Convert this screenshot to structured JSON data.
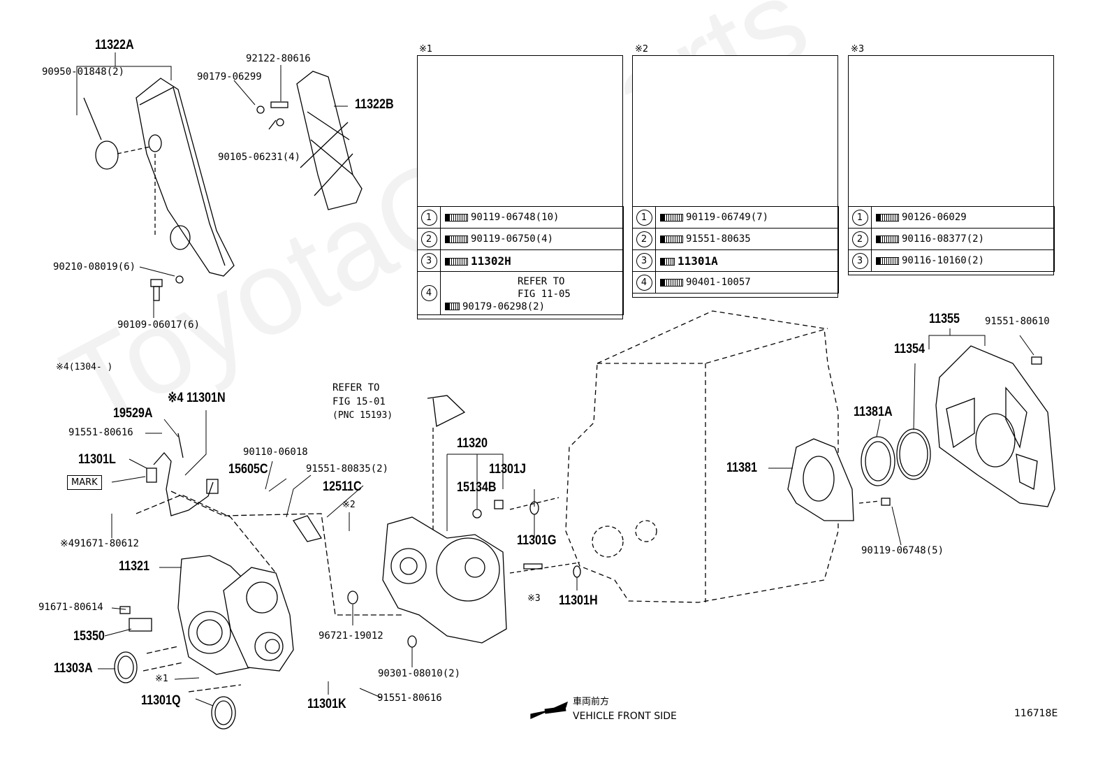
{
  "watermark": "ToyotaCarParts",
  "top_left_parts": {
    "p11322A": "11322A",
    "p90950": "90950-01848(2)",
    "p92122": "92122-80616",
    "p90179a": "90179-06299",
    "p11322B": "11322B",
    "p90105": "90105-06231(4)",
    "p90210": "90210-08019(6)",
    "p90109": "90109-06017(6)"
  },
  "ref_boxes": [
    {
      "title": "※1",
      "rows": [
        {
          "num": "1",
          "part": "90119-06748(10)"
        },
        {
          "num": "2",
          "part": "90119-06750(4)"
        },
        {
          "num": "3",
          "part": "11302H"
        },
        {
          "num": "4",
          "part": "90179-06298(2)",
          "note1": "REFER TO",
          "note2": "FIG 11-05"
        }
      ]
    },
    {
      "title": "※2",
      "rows": [
        {
          "num": "1",
          "part": "90119-06749(7)"
        },
        {
          "num": "2",
          "part": "91551-80635"
        },
        {
          "num": "3",
          "part": "11301A"
        },
        {
          "num": "4",
          "part": "90401-10057"
        }
      ]
    },
    {
      "title": "※3",
      "rows": [
        {
          "num": "1",
          "part": "90126-06029"
        },
        {
          "num": "2",
          "part": "90116-08377(2)"
        },
        {
          "num": "3",
          "part": "90116-10160(2)"
        }
      ]
    }
  ],
  "lower_parts": {
    "note4": "※4(1304-    )",
    "p11301N": "※4 11301N",
    "p19529A": "19529A",
    "p91551_80616a": "91551-80616",
    "p11301L": "11301L",
    "mark": "MARK",
    "p91671_80612": "※491671-80612",
    "p11321": "11321",
    "p91671_80614": "91671-80614",
    "p15350": "15350",
    "p11303A": "11303A",
    "s1": "※1",
    "p11301Q": "11301Q",
    "p11301K": "11301K",
    "p91551_80616b": "91551-80616",
    "p90110": "90110-06018",
    "p15605C": "15605C",
    "p91551_80835": "91551-80835(2)",
    "p12511C": "12511C",
    "s2": "※2",
    "refer_a": "REFER TO",
    "refer_b": "FIG 15-01",
    "refer_c": "(PNC 15193)",
    "p11320": "11320",
    "p15134B": "15134B",
    "p11301J": "11301J",
    "p96721": "96721-19012",
    "p90301": "90301-08010(2)",
    "p11301G": "11301G",
    "s3": "※3",
    "p11301H": "11301H",
    "p11381": "11381",
    "p11381A": "11381A",
    "p11354": "11354",
    "p11355": "11355",
    "p91551_80610": "91551-80610",
    "p90119_06748": "90119-06748(5)"
  },
  "footer": {
    "jp": "車両前方",
    "en": "VEHICLE FRONT SIDE",
    "code": "116718E"
  }
}
